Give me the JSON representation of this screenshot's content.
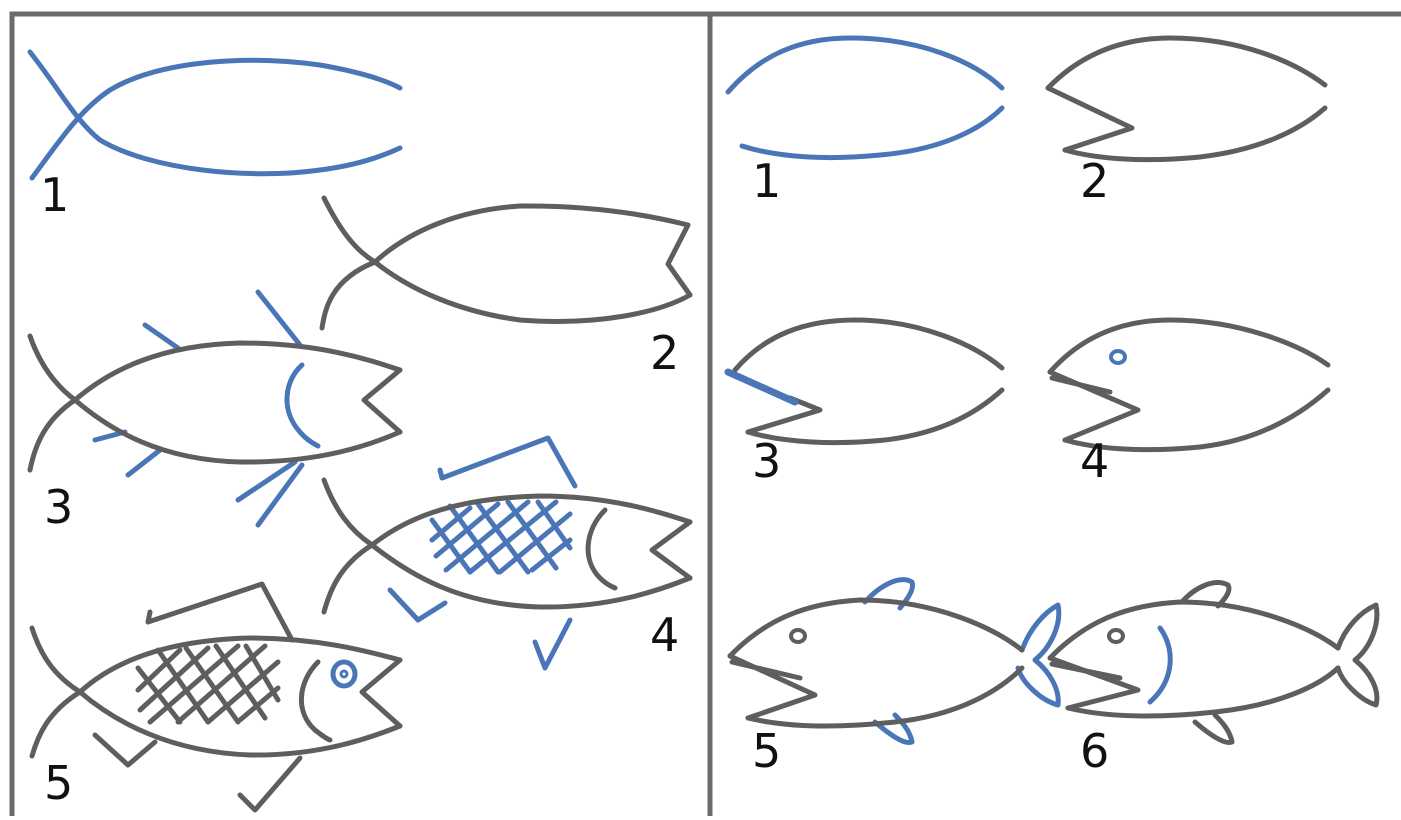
{
  "colors": {
    "new_stroke": "#4a76b8",
    "existing_stroke": "#5e5e5e",
    "frame": "#6b6b6b",
    "label": "#111111"
  },
  "left_panel": {
    "steps": [
      {
        "label": "1"
      },
      {
        "label": "2"
      },
      {
        "label": "3"
      },
      {
        "label": "4"
      },
      {
        "label": "5"
      }
    ]
  },
  "right_panel": {
    "steps": [
      {
        "label": "1"
      },
      {
        "label": "2"
      },
      {
        "label": "3"
      },
      {
        "label": "4"
      },
      {
        "label": "5"
      },
      {
        "label": "6"
      }
    ]
  }
}
